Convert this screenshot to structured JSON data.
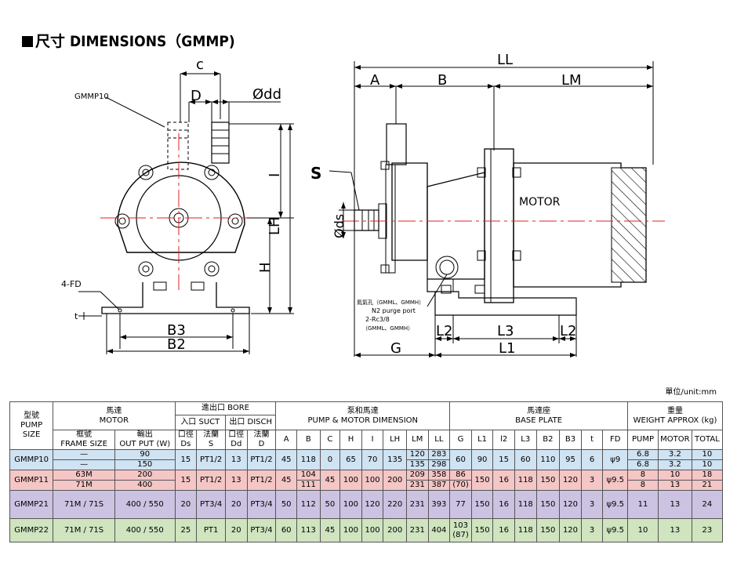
{
  "title": "尺寸 DIMENSIONS（GMMP)",
  "unit": "單位/unit:mm",
  "drawing": {
    "front": {
      "c": "c",
      "D": "D",
      "dd": "Ødd",
      "gmmp10": "GMMP10",
      "fd": "4-FD",
      "I": "I",
      "LH": "LH",
      "H": "H",
      "B3": "B3",
      "B2": "B2",
      "t": "t"
    },
    "side": {
      "LL": "LL",
      "A": "A",
      "B": "B",
      "LM": "LM",
      "S": "S",
      "ds": "Øds",
      "motor": "MOTOR",
      "purge_cn": "氮氣孔（GMML、GMMH）",
      "purge_en": "N2 purge port",
      "rc": "2-Rc3/8",
      "rc2": "（GMML、GMMH）",
      "L2a": "L2",
      "L3": "L3",
      "L2b": "L2",
      "G": "G",
      "L1": "L1"
    }
  },
  "table": {
    "h_model": [
      "型號",
      "PUMP",
      "SIZE"
    ],
    "h_motor": "馬達",
    "h_motor_en": "MOTOR",
    "h_bore": "進出口 BORE",
    "h_suct": "入口 SUCT",
    "h_disch": "出口 DISCH",
    "h_pmd": "泵和馬達",
    "h_pmd_en": "PUMP & MOTOR DIMENSION",
    "h_base": "馬達座",
    "h_base_en": "BASE PLATE",
    "h_weight": "重量",
    "h_weight_en": "WEIGHT APPROX (kg)",
    "h_frame": [
      "框號",
      "FRAME SIZE"
    ],
    "h_output": [
      "輸出",
      "OUT PUT (W)"
    ],
    "h_ds": [
      "口徑",
      "Ds"
    ],
    "h_s": [
      "法蘭",
      "S"
    ],
    "h_dd": [
      "口徑",
      "Dd"
    ],
    "h_d": [
      "法蘭",
      "D"
    ],
    "cols": [
      "A",
      "B",
      "C",
      "H",
      "I",
      "LH",
      "LM",
      "LL",
      "G",
      "L1",
      "l2",
      "L3",
      "B2",
      "B3",
      "t",
      "FD",
      "PUMP",
      "MOTOR",
      "TOTAL"
    ],
    "rows": {
      "gmmp10": {
        "model": "GMMP10",
        "frame": [
          "—",
          "—"
        ],
        "output": [
          "90",
          "150"
        ],
        "ds": "15",
        "s": "PT1/2",
        "dd": "13",
        "d": "PT1/2",
        "a": "45",
        "b": "118",
        "c": "0",
        "h": "65",
        "i": "70",
        "lh": "135",
        "lm": [
          "120",
          "135"
        ],
        "ll": [
          "283",
          "298"
        ],
        "g": "60",
        "l1": "90",
        "l2": "15",
        "l3": "60",
        "b2": "110",
        "b3": "95",
        "t": "6",
        "fd": "ψ9",
        "pump": [
          "6.8",
          "6.8"
        ],
        "motor": [
          "3.2",
          "3.2"
        ],
        "total": [
          "10",
          "10"
        ]
      },
      "gmmp11": {
        "model": "GMMP11",
        "frame": [
          "63M",
          "71M"
        ],
        "output": [
          "200",
          "400"
        ],
        "ds": "15",
        "s": "PT1/2",
        "dd": "13",
        "d": "PT1/2",
        "a": "45",
        "b": [
          "104",
          "111"
        ],
        "c": "45",
        "h": "100",
        "i": "100",
        "lh": "200",
        "lm": [
          "209",
          "231"
        ],
        "ll": [
          "358",
          "387"
        ],
        "g": [
          "86",
          "(70)"
        ],
        "l1": "150",
        "l2": "16",
        "l3": "118",
        "b2": "150",
        "b3": "120",
        "t": "3",
        "fd": "ψ9.5",
        "pump": [
          "8",
          "8"
        ],
        "motor": [
          "10",
          "13"
        ],
        "total": [
          "18",
          "21"
        ]
      },
      "gmmp21": {
        "model": "GMMP21",
        "frame": "71M / 71S",
        "output": "400 / 550",
        "ds": "20",
        "s": "PT3/4",
        "dd": "20",
        "d": "PT3/4",
        "a": "50",
        "b": "112",
        "c": "50",
        "h": "100",
        "i": "120",
        "lh": "220",
        "lm": "231",
        "ll": "393",
        "g": "77",
        "l1": "150",
        "l2": "16",
        "l3": "118",
        "b2": "150",
        "b3": "120",
        "t": "3",
        "fd": "ψ9.5",
        "pump": "11",
        "motor": "13",
        "total": "24"
      },
      "gmmp22": {
        "model": "GMMP22",
        "frame": "71M / 71S",
        "output": "400 / 550",
        "ds": "25",
        "s": "PT1",
        "dd": "20",
        "d": "PT3/4",
        "a": "60",
        "b": "113",
        "c": "45",
        "h": "100",
        "i": "100",
        "lh": "200",
        "lm": "231",
        "ll": "404",
        "g": [
          "103",
          "(87)"
        ],
        "l1": "150",
        "l2": "16",
        "l3": "118",
        "b2": "150",
        "b3": "120",
        "t": "3",
        "fd": "ψ9.5",
        "pump": "10",
        "motor": "13",
        "total": "23"
      }
    }
  },
  "colors": {
    "blue": "#cfe3f2",
    "pink": "#f4c6c6",
    "purple": "#ccc3e3",
    "green": "#cfe4bf",
    "red_centerline": "#e02020"
  }
}
